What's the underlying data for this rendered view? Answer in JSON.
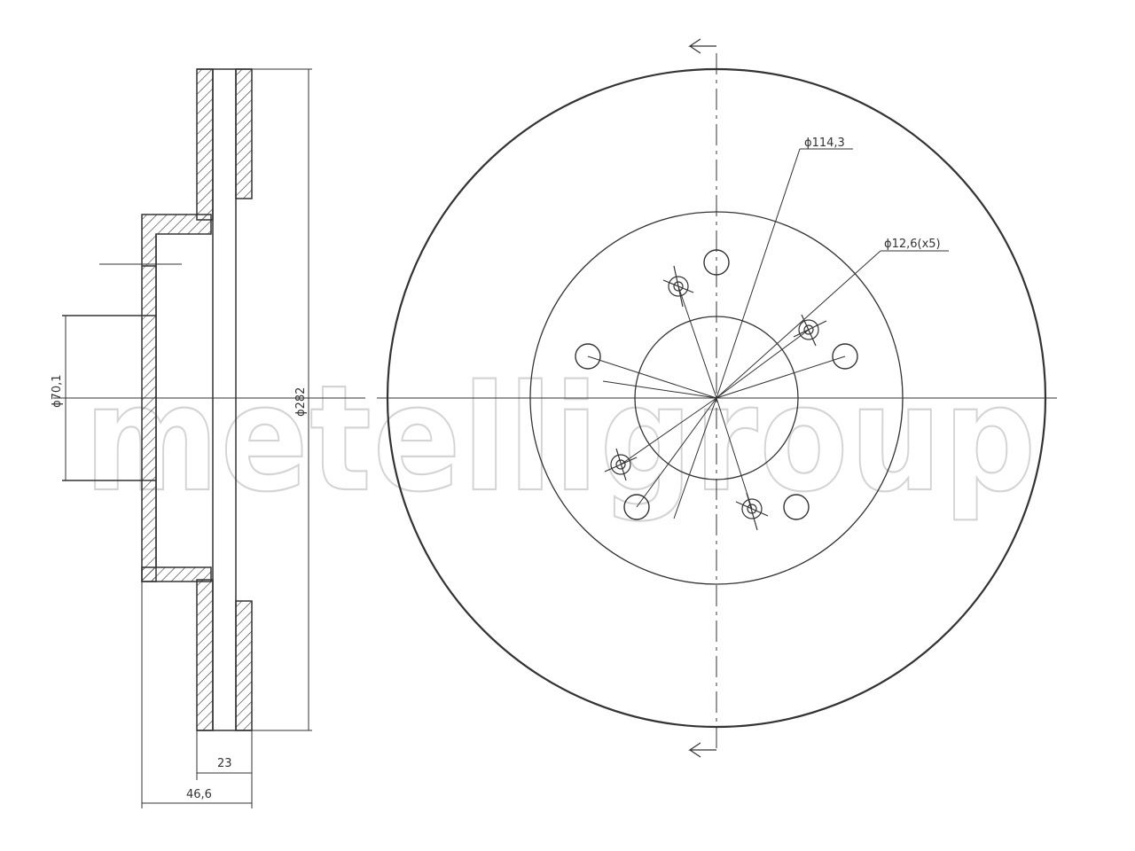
{
  "watermark": {
    "text": "metelligroup"
  },
  "side_view": {
    "dimensions": {
      "hub_bore": "ϕ70,1",
      "outer_diameter": "ϕ282",
      "disc_thickness": "23",
      "total_height": "46,6"
    }
  },
  "front_view": {
    "dimensions": {
      "bolt_circle": "ϕ114,3",
      "bolt_holes": "ϕ12,6(x5)"
    }
  },
  "colors": {
    "line": "#333333",
    "watermark": "#d4d4d4"
  }
}
